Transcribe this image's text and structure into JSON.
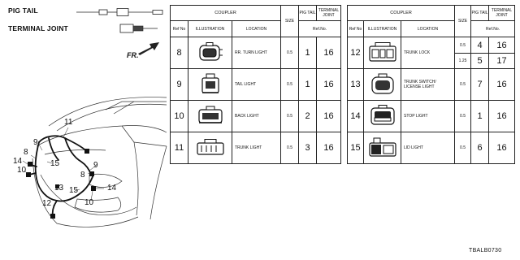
{
  "legend": {
    "pig_tail_label": "PIG TAIL",
    "terminal_joint_label": "TERMINAL JOINT"
  },
  "direction_label": "FR.",
  "headers": {
    "coupler": "COUPLER",
    "size": "SIZE",
    "pig_tail": "PIG TAIL",
    "terminal_joint": "TERMINAL JOINT",
    "ref_no": "Ref No",
    "illustration": "ILLUSTRATION",
    "location": "LOCATION",
    "ref_no_right": "Ref.No."
  },
  "left_rows": [
    {
      "ref": "8",
      "location": "RR. TURN LIGHT",
      "size": "0.5",
      "pig_tail": "1",
      "terminal_joint": "16",
      "icon": "connector-8-icon"
    },
    {
      "ref": "9",
      "location": "TAIL LIGHT",
      "size": "0.5",
      "pig_tail": "1",
      "terminal_joint": "16",
      "icon": "connector-9-icon"
    },
    {
      "ref": "10",
      "location": "BACK LIGHT",
      "size": "0.5",
      "pig_tail": "2",
      "terminal_joint": "16",
      "icon": "connector-10-icon"
    },
    {
      "ref": "11",
      "location": "TRUNK LIGHT",
      "size": "0.5",
      "pig_tail": "3",
      "terminal_joint": "16",
      "icon": "connector-11-icon"
    }
  ],
  "right_rows": [
    {
      "ref": "12",
      "location": "TRUNK LOCK",
      "sub": [
        {
          "size": "0.5",
          "pig_tail": "4",
          "terminal_joint": "16"
        },
        {
          "size": "1.25",
          "pig_tail": "5",
          "terminal_joint": "17"
        }
      ],
      "icon": "connector-12-icon"
    },
    {
      "ref": "13",
      "location": "TRUNK SWITCH/ LICENSE LIGHT",
      "size": "0.5",
      "pig_tail": "7",
      "terminal_joint": "16",
      "icon": "connector-13-icon"
    },
    {
      "ref": "14",
      "location": "STOP LIGHT",
      "size": "0.5",
      "pig_tail": "1",
      "terminal_joint": "16",
      "icon": "connector-14-icon"
    },
    {
      "ref": "15",
      "location": "LID LIGHT",
      "size": "0.5",
      "pig_tail": "6",
      "terminal_joint": "16",
      "icon": "connector-15-icon"
    }
  ],
  "callouts": [
    "11",
    "9",
    "8",
    "14",
    "15",
    "10",
    "8",
    "9",
    "13",
    "15",
    "14",
    "12",
    "10"
  ],
  "footer_code": "TBALB0730"
}
